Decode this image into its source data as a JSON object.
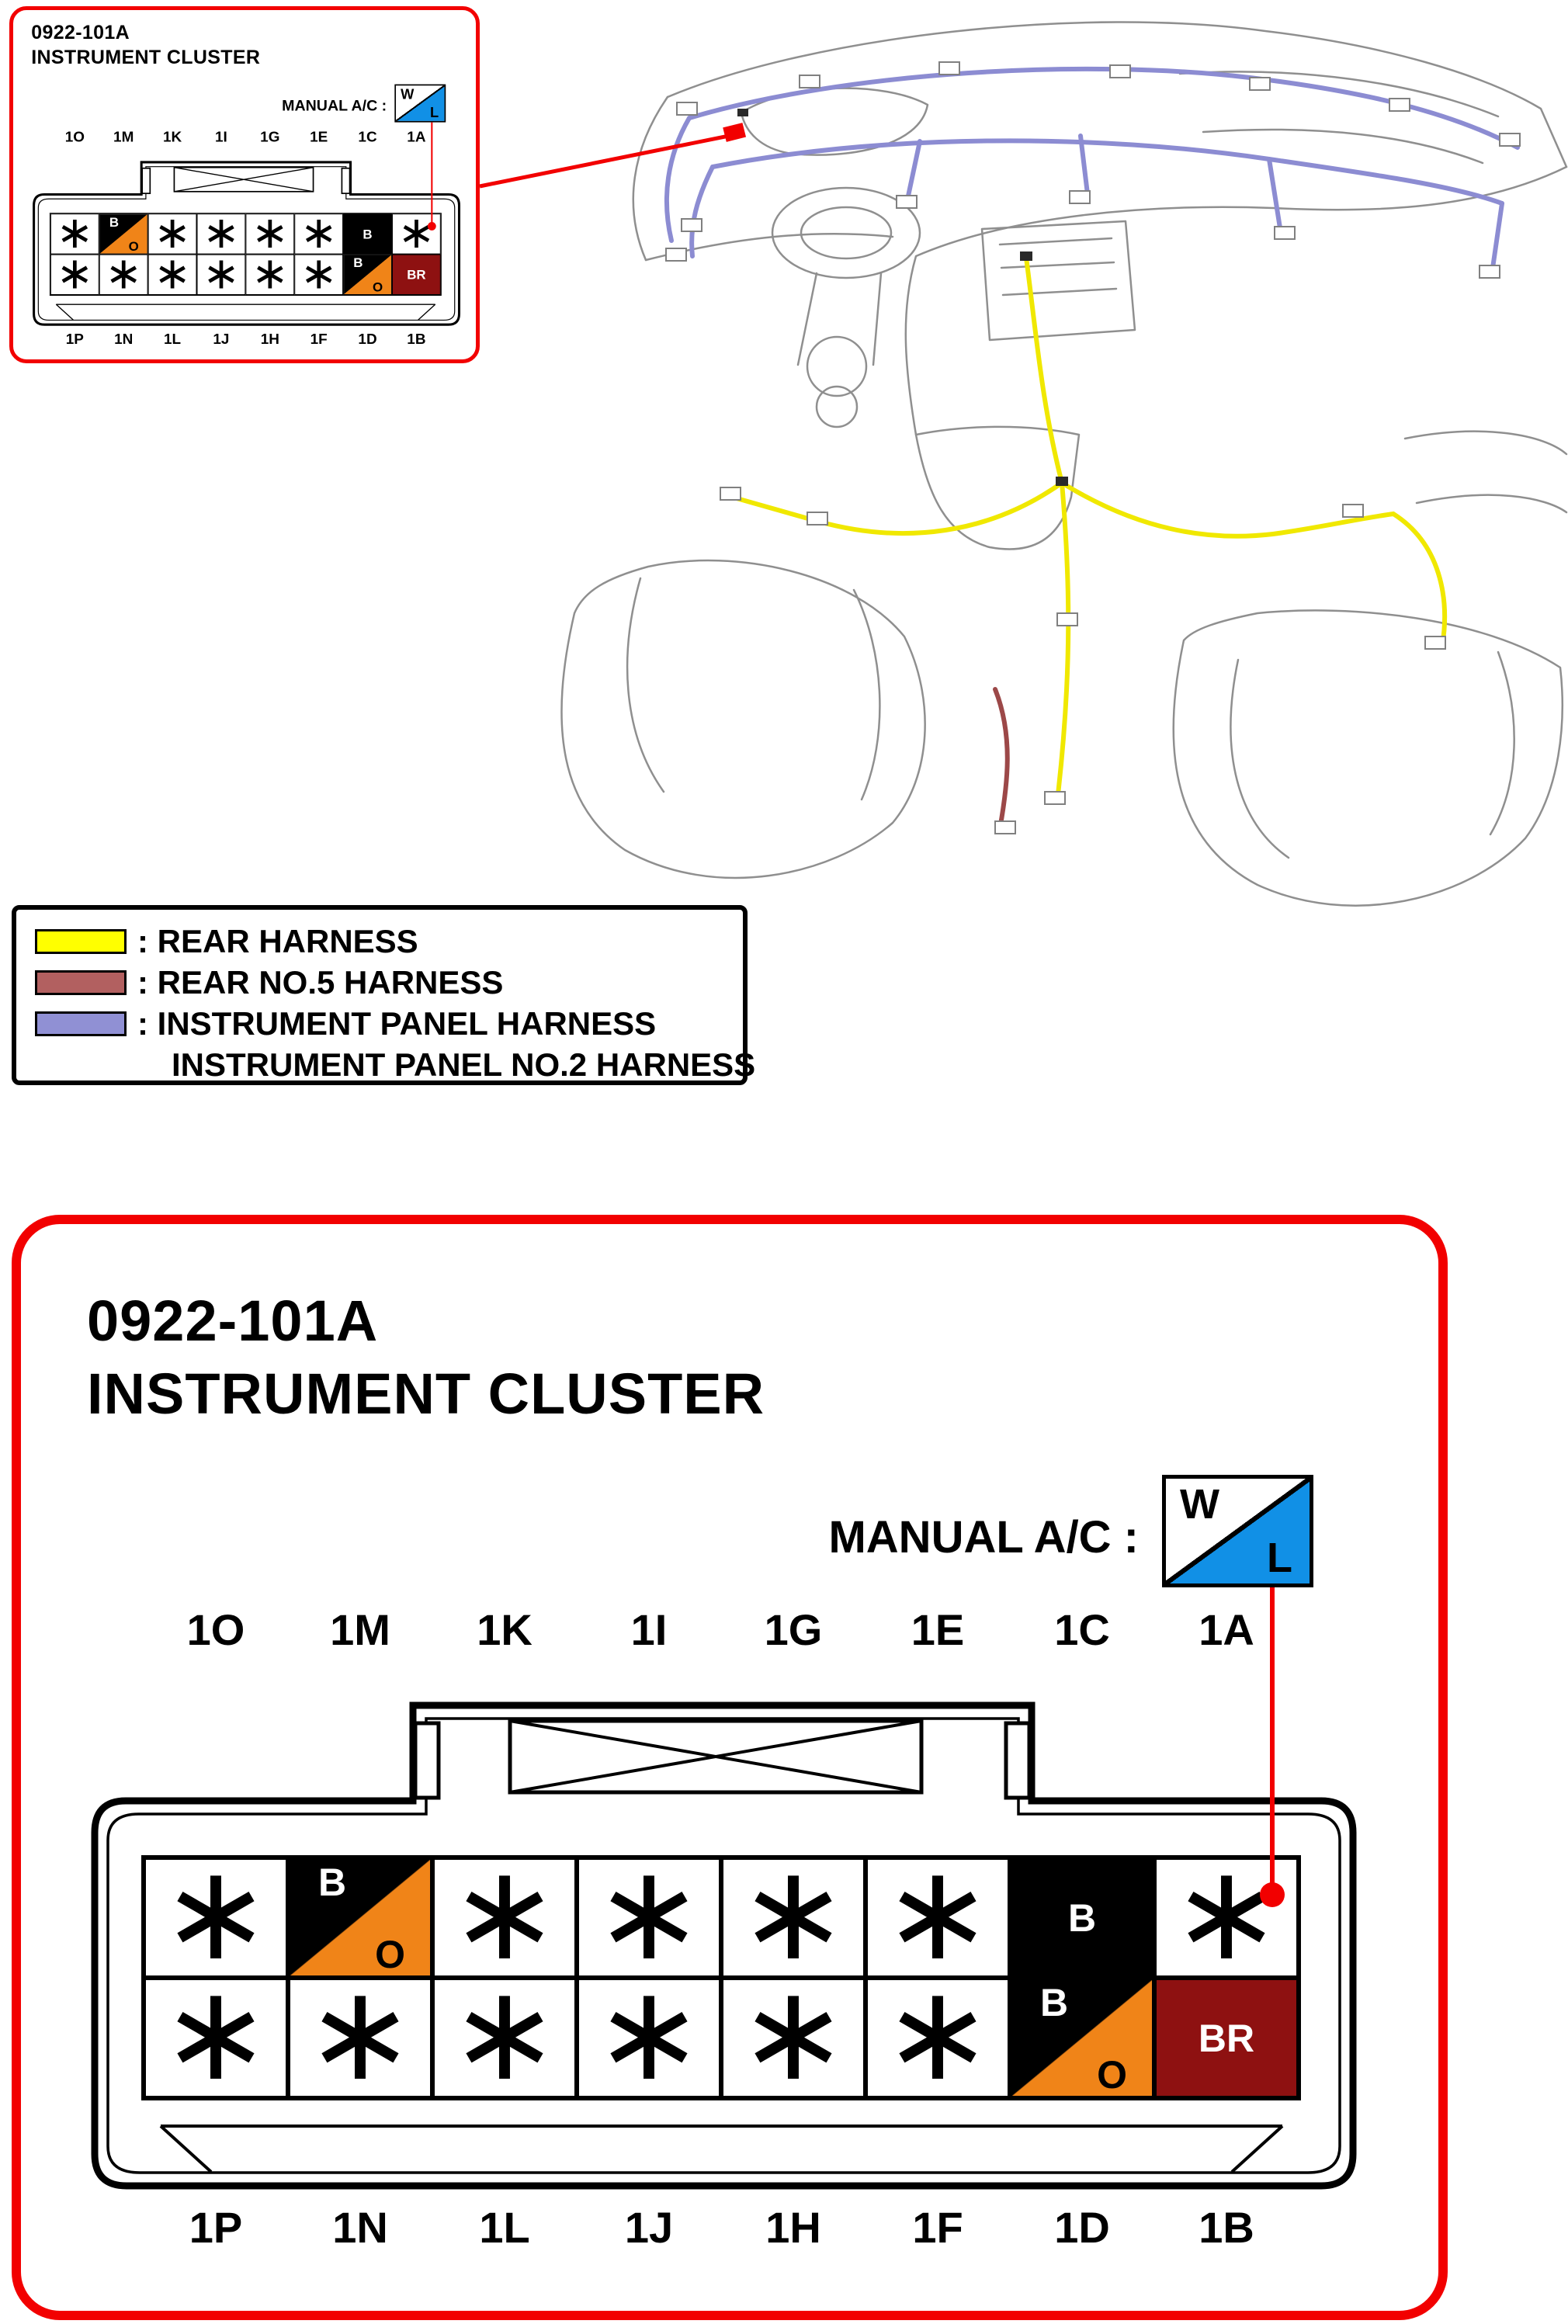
{
  "document": {
    "connector_code": "0922-101A",
    "connector_name": "INSTRUMENT CLUSTER"
  },
  "connector_panel": {
    "code": "0922-101A",
    "title": "INSTRUMENT CLUSTER",
    "variant_label": "MANUAL A/C :",
    "variant_wire": {
      "top": "W",
      "bottom": "L"
    },
    "top_pins": [
      "1O",
      "1M",
      "1K",
      "1I",
      "1G",
      "1E",
      "1C",
      "1A"
    ],
    "bottom_pins": [
      "1P",
      "1N",
      "1L",
      "1J",
      "1H",
      "1F",
      "1D",
      "1B"
    ],
    "star": "∗",
    "cells": {
      "r1c2": {
        "top": "B",
        "bottom": "O"
      },
      "r1c7": {
        "label": "B"
      },
      "r2c7": {
        "top": "B",
        "bottom": "O"
      },
      "r2c8": {
        "label": "BR"
      }
    }
  },
  "legend": {
    "items": [
      {
        "label": ": REAR HARNESS",
        "swatch_color": "#ffff00"
      },
      {
        "label": ": REAR NO.5 HARNESS",
        "swatch_color": "#b26060"
      },
      {
        "label": ": INSTRUMENT PANEL HARNESS",
        "swatch_color": "#9090d4"
      },
      {
        "label": "INSTRUMENT PANEL NO.2 HARNESS",
        "swatch_color": null
      }
    ]
  },
  "colors": {
    "accent_red": "#f20000",
    "wire_box_blue": "#1190e6",
    "cell_orange": "#f08418",
    "cell_black": "#000000",
    "cell_dark_red": "#8e1111",
    "harness_yellow": "#f0e800",
    "harness_dark_red": "#9c4848",
    "harness_purple": "#8c8cd2"
  }
}
